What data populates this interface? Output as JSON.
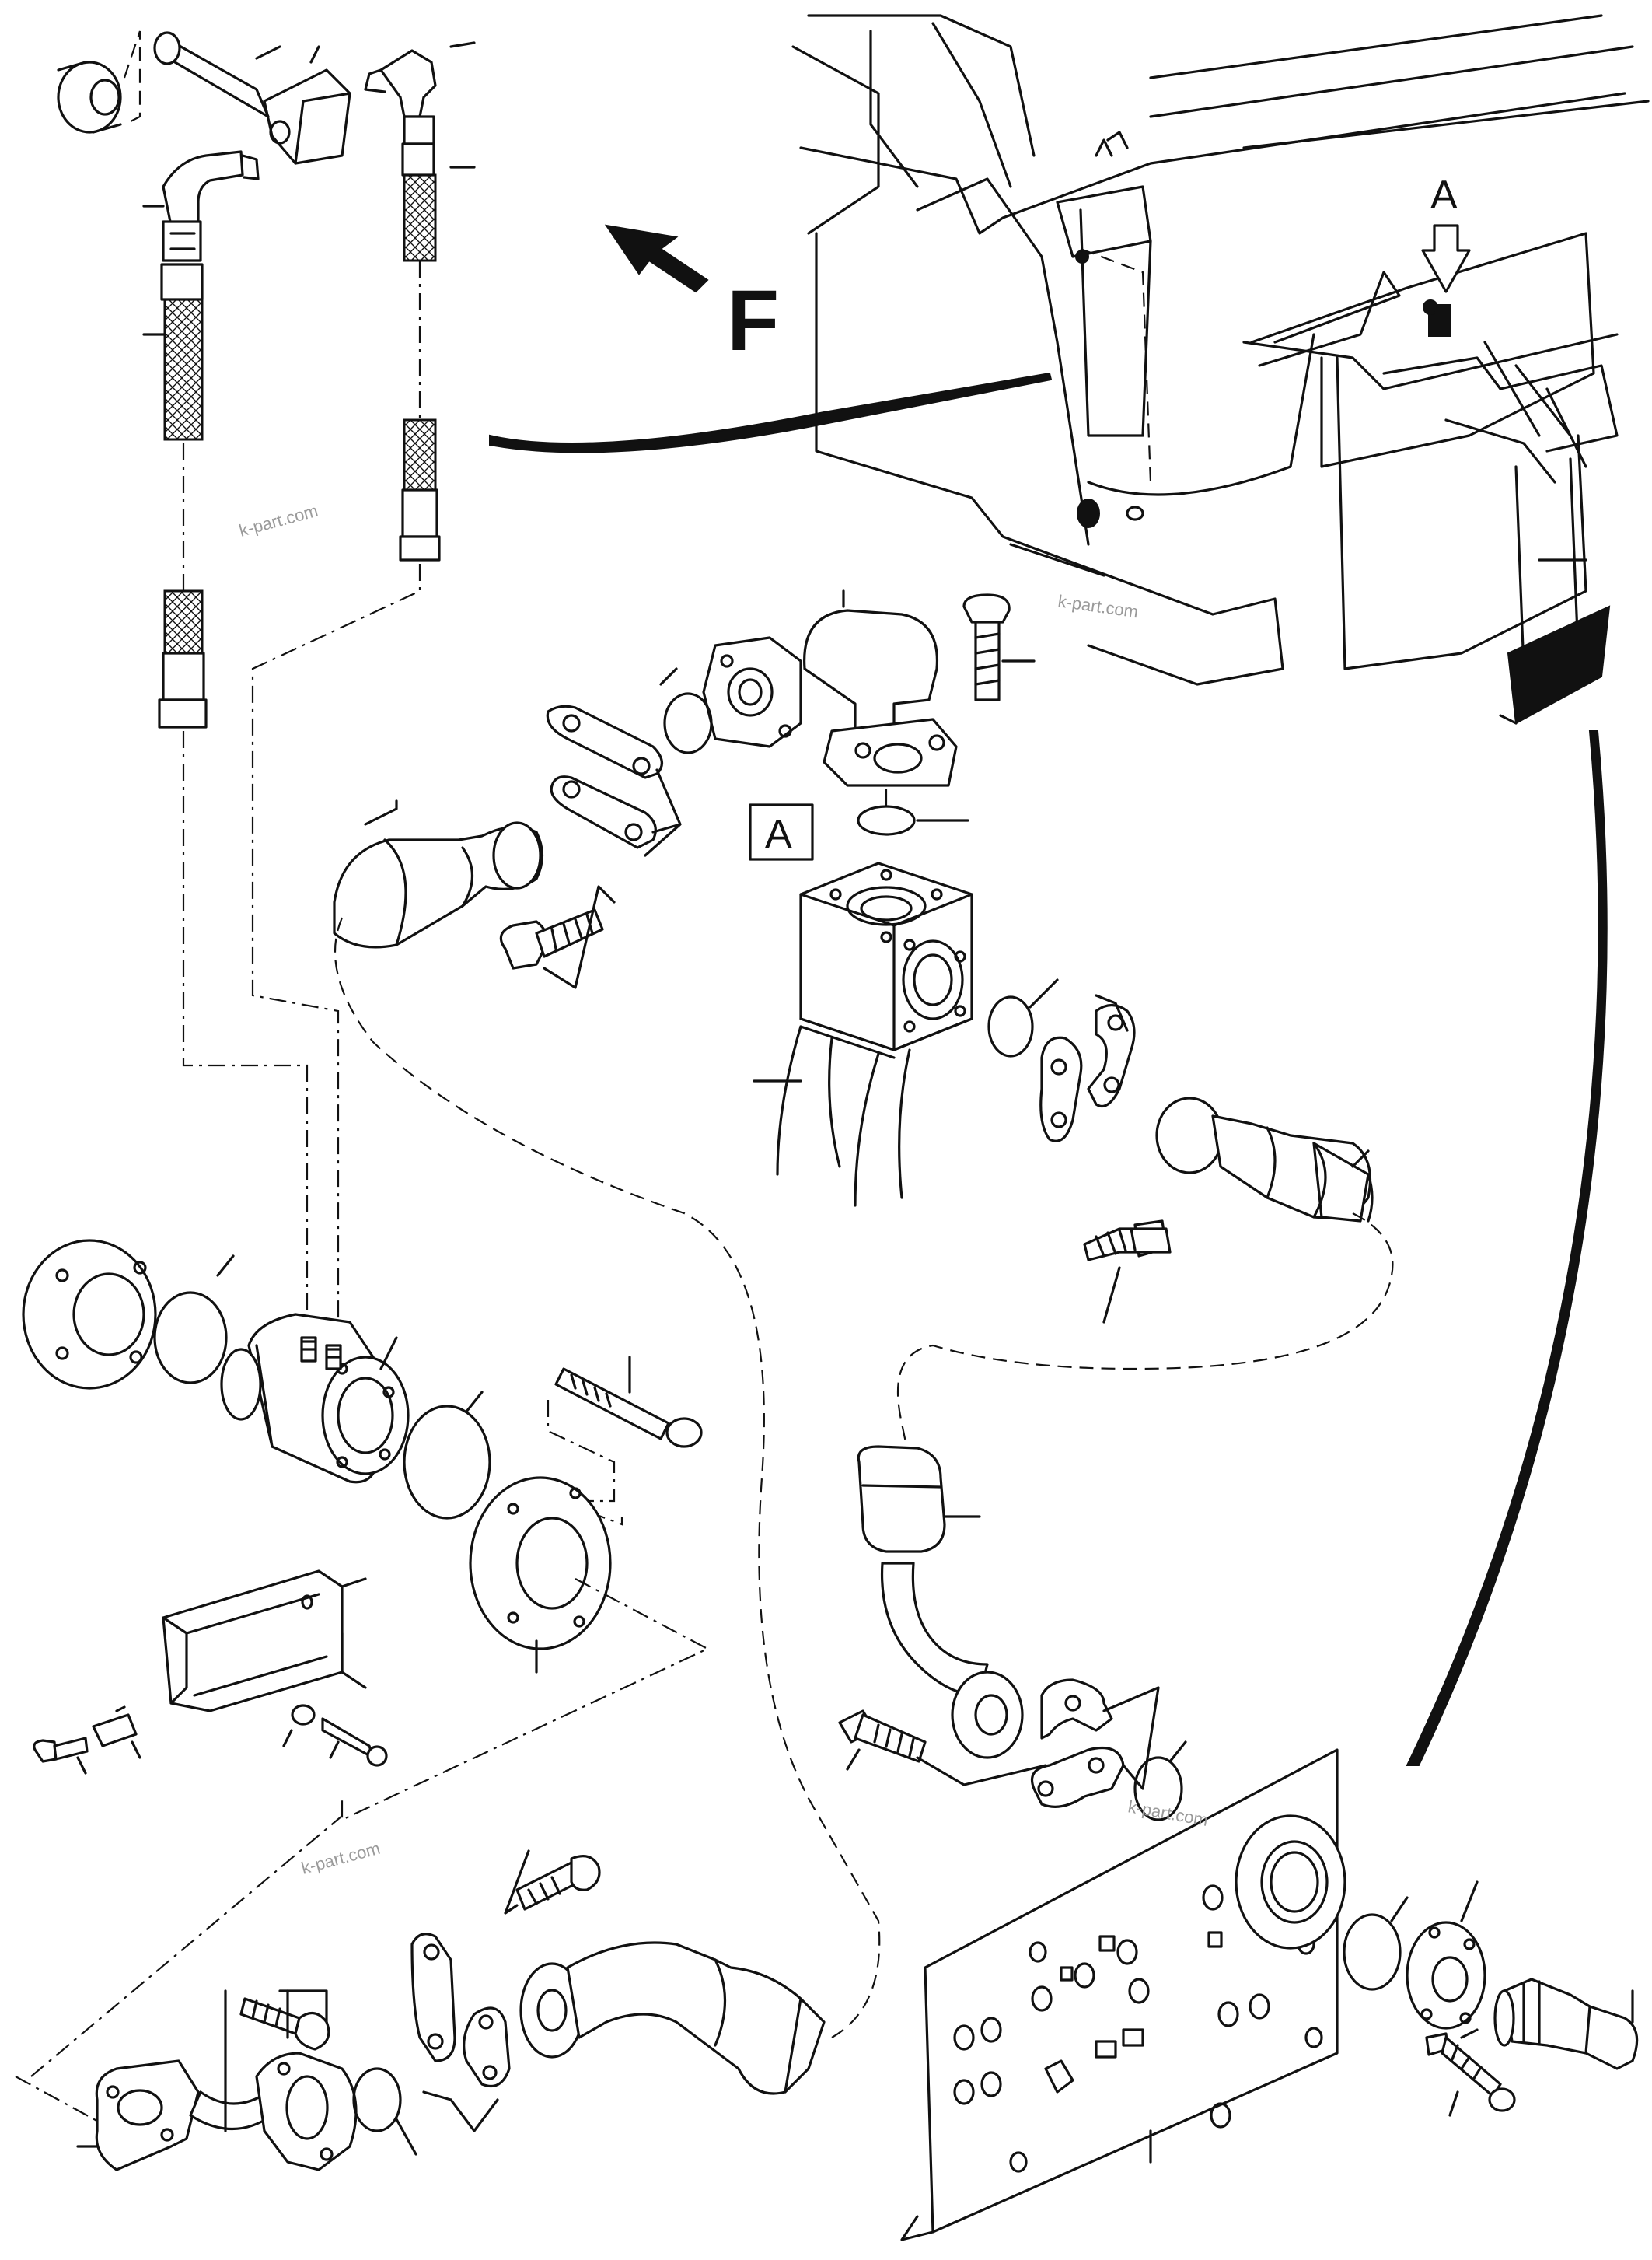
{
  "diagram": {
    "view_letter": "F",
    "detail_marker_arrow": "A",
    "detail_marker_box": "A",
    "watermarks": [
      "k-part.com",
      "k-part.com",
      "k-part.com",
      "k-part.com"
    ]
  }
}
